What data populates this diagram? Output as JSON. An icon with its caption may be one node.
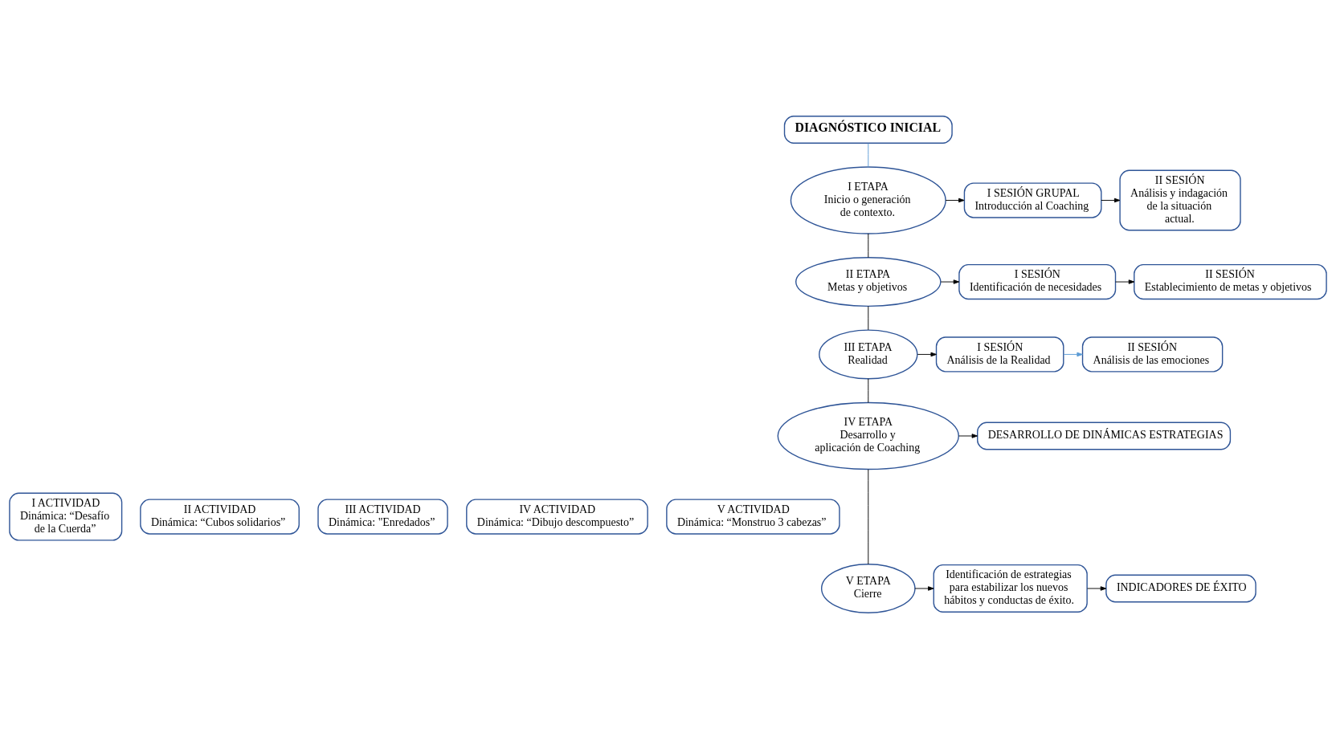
{
  "diagram": {
    "nodes": [
      {
        "text": [
          "DIAGNÓSTICO INICIAL"
        ]
      },
      {
        "text": [
          "I ETAPA",
          "Inicio o generación de contexto."
        ]
      },
      {
        "text": [
          "I SESIÓN GRUPAL",
          "Introducción al Coaching"
        ]
      },
      {
        "text": [
          "II SESIÓN",
          "Análisis y indagación de la situación actual."
        ]
      },
      {
        "text": [
          "II ETAPA",
          "Metas y objetivos"
        ]
      },
      {
        "text": [
          "I SESIÓN",
          "Identificación de necesidades"
        ]
      },
      {
        "text": [
          "II SESIÓN",
          "Establecimiento de metas y objetivos"
        ]
      },
      {
        "text": [
          "III ETAPA",
          "Realidad"
        ]
      },
      {
        "text": [
          "I SESIÓN",
          "Análisis de la Realidad"
        ]
      },
      {
        "text": [
          "II SESIÓN",
          "Análisis de las emociones"
        ]
      },
      {
        "text": [
          "IV ETAPA",
          "Desarrollo y aplicación de Coaching"
        ]
      },
      {
        "text": [
          "DESARROLLO DE DINÁMICAS ESTRATEGIAS"
        ]
      },
      {
        "text": [
          "I ACTIVIDAD",
          "Dinámica: “Desafío de la Cuerda”"
        ]
      },
      {
        "text": [
          "II ACTIVIDAD",
          "Dinámica: “Cubos solidarios”"
        ]
      },
      {
        "text": [
          "III ACTIVIDAD",
          "Dinámica: \"Enredados”"
        ]
      },
      {
        "text": [
          "IV ACTIVIDAD",
          "Dinámica: “Dibujo descompuesto”"
        ]
      },
      {
        "text": [
          "V ACTIVIDAD",
          "Dinámica: “Monstruo 3 cabezas”"
        ]
      },
      {
        "text": [
          "V ETAPA",
          "Cierre"
        ]
      },
      {
        "text": [
          "Identificación de estrategias para estabilizar los nuevos hábitos y conductas de éxito."
        ]
      },
      {
        "text": [
          "INDICADORES DE ÉXITO"
        ]
      }
    ],
    "edges": [
      {
        "from": 0,
        "to": 1,
        "arrow": "none",
        "color": "#5b9bd5"
      },
      {
        "from": 1,
        "to": 4,
        "arrow": "none"
      },
      {
        "from": 4,
        "to": 7,
        "arrow": "none"
      },
      {
        "from": 7,
        "to": 10,
        "arrow": "none"
      },
      {
        "from": 10,
        "to": 17,
        "arrow": "none"
      },
      {
        "from": 1,
        "to": 2,
        "arrow": "to"
      },
      {
        "from": 2,
        "to": 3,
        "arrow": "to"
      },
      {
        "from": 4,
        "to": 5,
        "arrow": "to"
      },
      {
        "from": 5,
        "to": 6,
        "arrow": "to"
      },
      {
        "from": 7,
        "to": 8,
        "arrow": "to"
      },
      {
        "from": 8,
        "to": 9,
        "arrow": "to",
        "color": "#5b9bd5"
      },
      {
        "from": 10,
        "to": 11,
        "arrow": "to"
      },
      {
        "from": 17,
        "to": 18,
        "arrow": "to"
      },
      {
        "from": 18,
        "to": 19,
        "arrow": "to"
      }
    ]
  }
}
